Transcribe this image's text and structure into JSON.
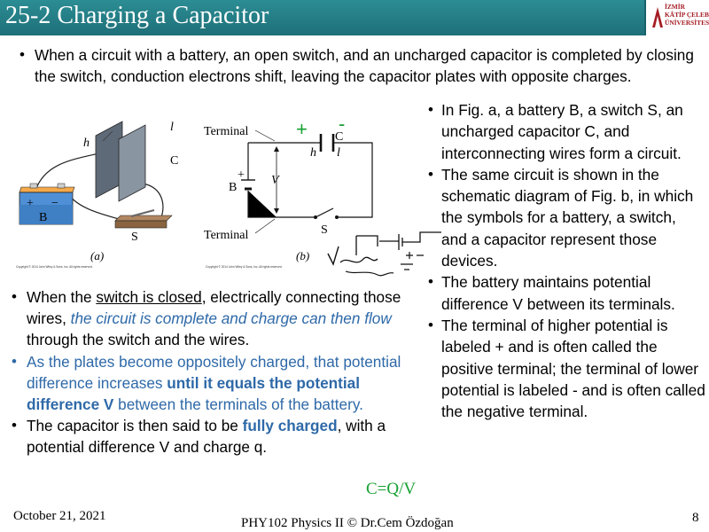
{
  "slide": {
    "title": "25-2 Charging a Capacitor",
    "logo_text": "İZMİR\nKÂTİP ÇELEBİ\nÜNİVERSİTESİ",
    "top_bullet": "When a circuit with a battery, an open switch, and an uncharged capacitor is completed by closing the switch, conduction electrons shift, leaving the capacitor plates with opposite charges.",
    "left_bullets": {
      "b1_prefix": "When the ",
      "b1_underlined": "switch is closed",
      "b1_mid": ", electrically connecting those wires, ",
      "b1_italic": "the circuit is complete and charge can then flow",
      "b1_suffix": " through the switch and the wires.",
      "b2_prefix": "As the plates become oppositely charged, that potential difference increases ",
      "b2_bold": "until it equals the potential difference V",
      "b2_suffix": " between the terminals of the battery.",
      "b3_prefix": "The capacitor is then said to be ",
      "b3_bold": "fully charged",
      "b3_suffix": ", with a potential difference V and charge q."
    },
    "right_bullets": [
      "In Fig. a, a battery B, a switch S, an uncharged capacitor C, and interconnecting wires form a circuit.",
      "The same circuit is shown in the schematic diagram of Fig. b, in which the symbols for a battery, a switch, and a capacitor represent those devices.",
      "The battery maintains potential difference V between its terminals.",
      "The terminal of higher potential is labeled + and is often called the positive terminal; the terminal of lower potential is labeled - and is often called the negative terminal."
    ],
    "formula": "C=Q/V",
    "footer": {
      "date": "October 21, 2021",
      "center": "PHY102 Physics II © Dr.Cem Özdoğan",
      "page": "8"
    }
  },
  "figure": {
    "fig_a": {
      "label_h": "h",
      "label_l": "l",
      "label_c": "C",
      "label_b": "B",
      "label_s": "S",
      "plus": "+",
      "minus": "−",
      "caption": "(a)",
      "copyright": "Copyright © 2014 John Wiley & Sons, Inc. All rights reserved."
    },
    "fig_b": {
      "terminal_top": "Terminal",
      "terminal_bottom": "Terminal",
      "label_c": "C",
      "label_h": "h",
      "label_l": "l",
      "label_b": "B",
      "label_v": "V",
      "label_s": "S",
      "plus": "+",
      "caption": "(b)",
      "copyright": "Copyright © 2014 John Wiley & Sons, Inc. All rights reserved.",
      "annot_plus": "+",
      "annot_minus": "-"
    }
  },
  "colors": {
    "title_bg": "#2c8d94",
    "accent_blue": "#2e69a8",
    "formula_green": "#17a033",
    "logo_red": "#a51c24"
  }
}
